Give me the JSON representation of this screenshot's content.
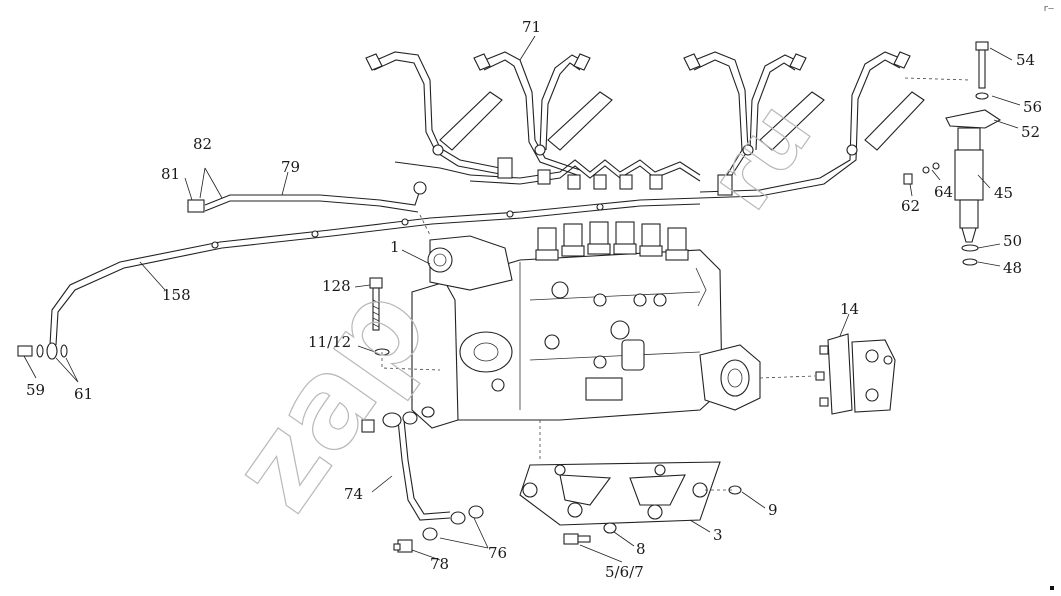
{
  "diagram": {
    "callouts": [
      {
        "id": "71",
        "label": "71"
      },
      {
        "id": "54",
        "label": "54"
      },
      {
        "id": "56",
        "label": "56"
      },
      {
        "id": "52",
        "label": "52"
      },
      {
        "id": "82",
        "label": "82"
      },
      {
        "id": "81",
        "label": "81"
      },
      {
        "id": "79",
        "label": "79"
      },
      {
        "id": "64",
        "label": "64"
      },
      {
        "id": "62",
        "label": "62"
      },
      {
        "id": "45",
        "label": "45"
      },
      {
        "id": "1",
        "label": "1"
      },
      {
        "id": "50",
        "label": "50"
      },
      {
        "id": "48",
        "label": "48"
      },
      {
        "id": "158",
        "label": "158"
      },
      {
        "id": "128",
        "label": "128"
      },
      {
        "id": "14",
        "label": "14"
      },
      {
        "id": "11-12",
        "label": "11/12"
      },
      {
        "id": "59",
        "label": "59"
      },
      {
        "id": "61",
        "label": "61"
      },
      {
        "id": "74",
        "label": "74"
      },
      {
        "id": "9",
        "label": "9"
      },
      {
        "id": "3",
        "label": "3"
      },
      {
        "id": "76",
        "label": "76"
      },
      {
        "id": "8",
        "label": "8"
      },
      {
        "id": "78",
        "label": "78"
      },
      {
        "id": "5-6-7",
        "label": "5/6/7"
      }
    ],
    "watermark": [
      "zap",
      "ru"
    ],
    "corner_mark": "r—"
  }
}
